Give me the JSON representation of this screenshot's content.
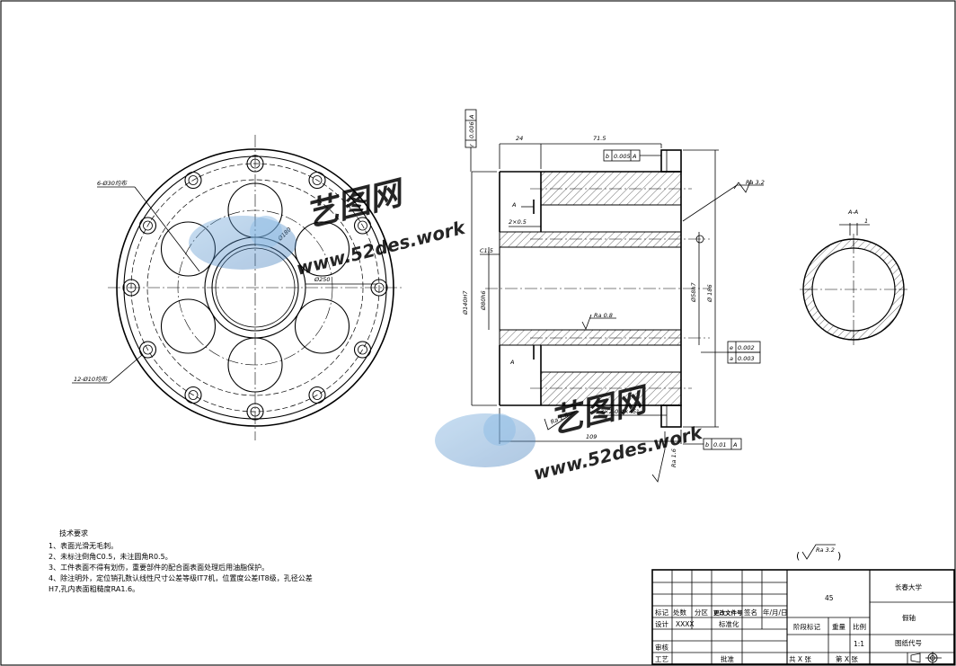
{
  "drawing": {
    "labels": {
      "bolt_holes": "6-Ø30均布",
      "lightening_holes": "12-Ø10均布",
      "pitch_dia_1": "Ø180",
      "pitch_dia_2": "Ø250",
      "section_mark": "A",
      "section_title": "A-A",
      "section_dim": "1",
      "len_24": "24",
      "len_71_5": "71.5",
      "len_109": "109",
      "chamfer_1": "2×0.5",
      "chamfer_2": "3×2-0.4×45°",
      "c15": "C1.5",
      "dia_bore_main": "Ø140H7",
      "dia_bore_small": "Ø80h6",
      "dia_outer_1": "Ø58h7",
      "dia_outer_2": "Ø 186",
      "rough_32": "Ra 3.2",
      "rough_08": "Ra 0.8",
      "rough_16a": "Ra 1.6",
      "rough_16b": "Ra 1.6",
      "gdt_top": {
        "sym": "b",
        "val": "0.005",
        "ref": "A"
      },
      "gdt_left": {
        "sym": "r",
        "val": "0.006",
        "ref": "A"
      },
      "gdt_right_1": {
        "sym": "e",
        "val": "0.002"
      },
      "gdt_right_2": {
        "sym": "a",
        "val": "0.003"
      },
      "gdt_bottom": {
        "sym": "b",
        "val": "0.01",
        "ref": "A"
      },
      "rough_general": "Ra 3.2"
    },
    "tech_requirements": {
      "title": "技术要求",
      "items": [
        "1、表面光滑无毛刺。",
        "2、未标注倒角C0.5，未注圆角R0.5。",
        "3、工件表面不得有划伤，重要部件的配合面表面处理后用油脂保护。",
        "4、除注明外，定位销孔数认线性尺寸公差等级IT7机，位置度公差IT8级，孔径公差",
        "H7,孔内表面粗糙度RA1.6。"
      ]
    },
    "title_block": {
      "material": "45",
      "school": "长春大学",
      "part_name": "假轴",
      "drawing_no": "图纸代号",
      "scale": "1:1",
      "row_labels": [
        "标记",
        "处数",
        "分区",
        "更改文件号",
        "签名",
        "年/月/日"
      ],
      "design": "设计",
      "design_value": "XXXX",
      "standard": "标准化",
      "stage": "阶段标记",
      "weight": "重量",
      "ratio": "比例",
      "review": "审核",
      "process": "工艺",
      "approve": "批准",
      "sheet_total": "共 X 张",
      "sheet_no": "第 X 张"
    },
    "watermark": {
      "brand": "艺图网",
      "url": "www.52des.work"
    }
  }
}
